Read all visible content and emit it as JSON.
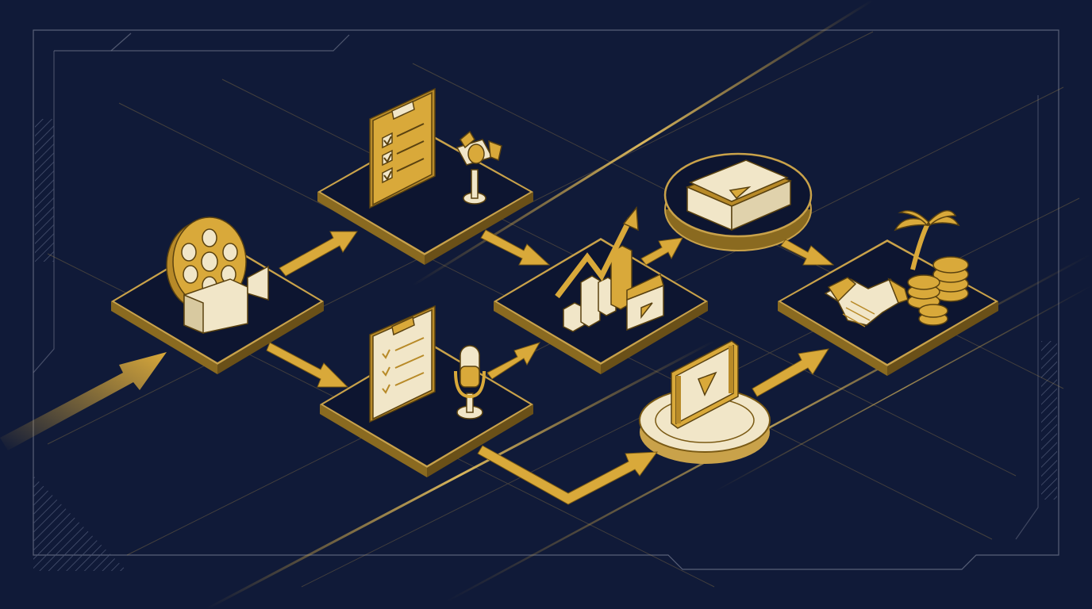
{
  "palette": {
    "background": "#101a38",
    "gold": "#d9a93a",
    "gold_dark": "#7a5a14",
    "cream": "#f1e6c8",
    "line": "#c9a24a",
    "frame": "#6b7288"
  },
  "diagram": {
    "nodes": [
      {
        "id": "film-reel-camera",
        "icon": "film-reel-camera-icon"
      },
      {
        "id": "checklist-spotlight",
        "icon": "checklist-spotlight-icon"
      },
      {
        "id": "checklist-microphone",
        "icon": "checklist-microphone-icon"
      },
      {
        "id": "growth-chart-clapper",
        "icon": "growth-chart-clapperboard-icon"
      },
      {
        "id": "video-player-top",
        "icon": "video-player-icon"
      },
      {
        "id": "video-player-bottom",
        "icon": "video-player-icon"
      },
      {
        "id": "deal-coins-palm",
        "icon": "handshake-coins-palm-icon"
      }
    ],
    "edges": [
      {
        "from": "film-reel-camera",
        "to": "checklist-spotlight"
      },
      {
        "from": "film-reel-camera",
        "to": "checklist-microphone"
      },
      {
        "from": "checklist-spotlight",
        "to": "growth-chart-clapper"
      },
      {
        "from": "checklist-microphone",
        "to": "growth-chart-clapper"
      },
      {
        "from": "checklist-microphone",
        "to": "video-player-bottom"
      },
      {
        "from": "growth-chart-clapper",
        "to": "video-player-top"
      },
      {
        "from": "video-player-top",
        "to": "deal-coins-palm"
      },
      {
        "from": "video-player-bottom",
        "to": "deal-coins-palm"
      }
    ]
  }
}
